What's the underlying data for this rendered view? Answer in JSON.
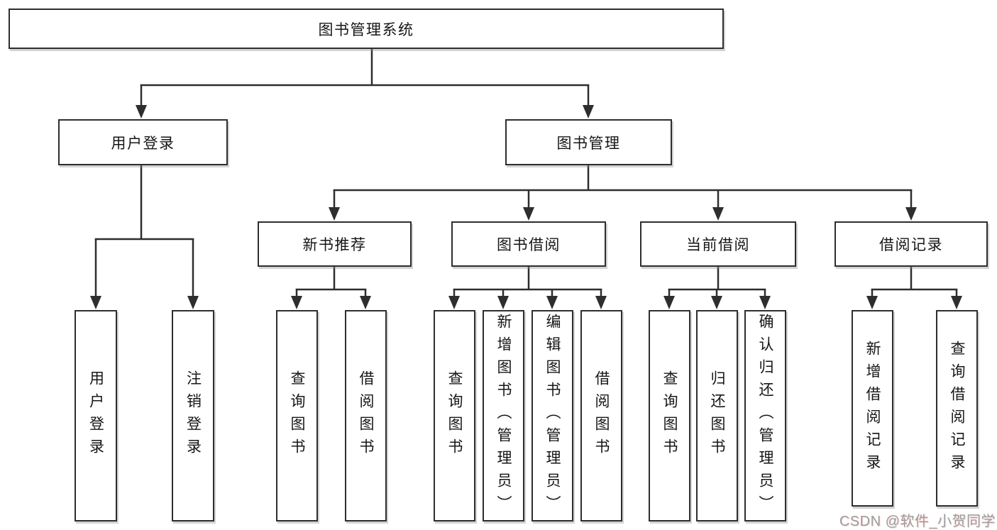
{
  "colors": {
    "line": "#2e2e2e",
    "box_border": "#2e2e2e",
    "box_background": "#ffffff",
    "text": "#161616",
    "watermark": "#9e9e9e"
  },
  "diagram": {
    "root": "图书管理系统",
    "level2": {
      "user_login": "用户登录",
      "book_management": "图书管理"
    },
    "level3": {
      "new_book_recommend": "新书推荐",
      "book_borrow": "图书借阅",
      "current_borrow": "当前借阅",
      "borrow_record": "借阅记录"
    },
    "leaves": {
      "user_login": "用户登录",
      "logout": "注销登录",
      "query_book_recommend": "查询图书",
      "borrow_book_recommend": "借阅图书",
      "query_book_borrow": "查询图书",
      "add_book_admin": "新增图书（管理员）",
      "edit_book_admin": "编辑图书（管理员）",
      "borrow_book": "借阅图书",
      "query_book_current": "查询图书",
      "return_book": "归还图书",
      "confirm_return_admin": "确认归还（管理员）",
      "add_borrow_record": "新增借阅记录",
      "query_borrow_record": "查询借阅记录"
    }
  },
  "watermark": "CSDN @软件_小贺同学"
}
